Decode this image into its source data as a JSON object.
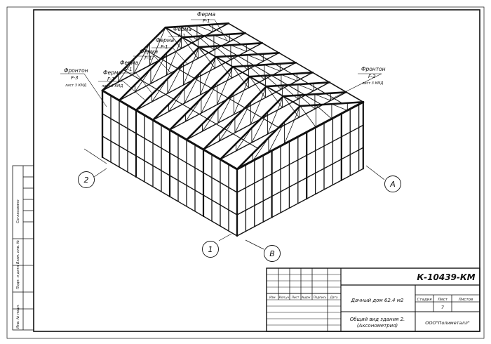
{
  "callouts": [
    {
      "title": "Фронтон",
      "code": "F-3",
      "ref": "лист 3 КМД"
    },
    {
      "title": "Ферма",
      "code": "F-1",
      "ref": "лист 2 КМД"
    },
    {
      "title": "Ферма",
      "code": "F-1"
    },
    {
      "title": "Ферма",
      "code": "F-1"
    },
    {
      "title": "Ферма",
      "code": "F-1"
    },
    {
      "title": "Ферма",
      "code": "F-1"
    },
    {
      "title": "Ферма",
      "code": "F-1"
    },
    {
      "title": "Фронтон",
      "code": "F-2",
      "ref": "лист 3 КМД"
    }
  ],
  "axes": [
    "2",
    "1",
    "B",
    "A"
  ],
  "side_stamp": [
    "Согласовано",
    "Взам. инв. №",
    "Подп. и дата",
    "Инв. № подл."
  ],
  "title_block": {
    "doc_code": "К-10439-КМ",
    "columns": [
      "Изм.",
      "Кол.уч",
      "Лист",
      "№док.",
      "Подпись",
      "Дата"
    ],
    "title_line1": "Дачный дом 62.4 м2",
    "title_line2": "Общий вид здания 2.",
    "title_line3": "(Аксонометрия)",
    "stage_headers": [
      "Стадия",
      "Лист",
      "Листов"
    ],
    "sheet_no": "7",
    "company": "ООО\"Полиметалл\""
  }
}
